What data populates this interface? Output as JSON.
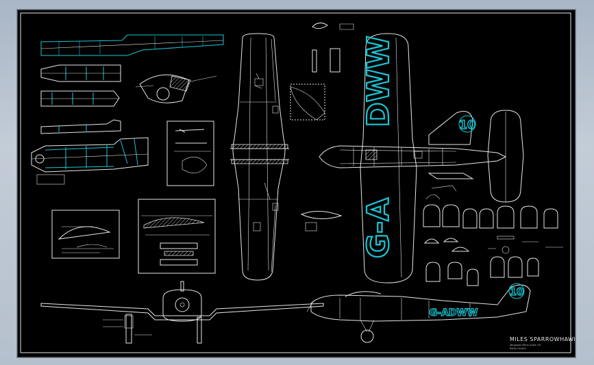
{
  "drawing": {
    "title": "MILES SPARROWHAWK",
    "subtitle_line_1": "Wingspan 86cm  Scale 1/9",
    "subtitle_line_2": "Radio Control",
    "registration_wing": "G-ADWW",
    "registration_wing_part_a": "G-A",
    "registration_wing_part_b": "DWW",
    "registration_fuselage": "G-ADWW",
    "race_number": "10"
  },
  "colors": {
    "background": "#000000",
    "lines": "#e8e8e8",
    "accent": "#18c7d6",
    "frame": "#b5c0cd"
  }
}
